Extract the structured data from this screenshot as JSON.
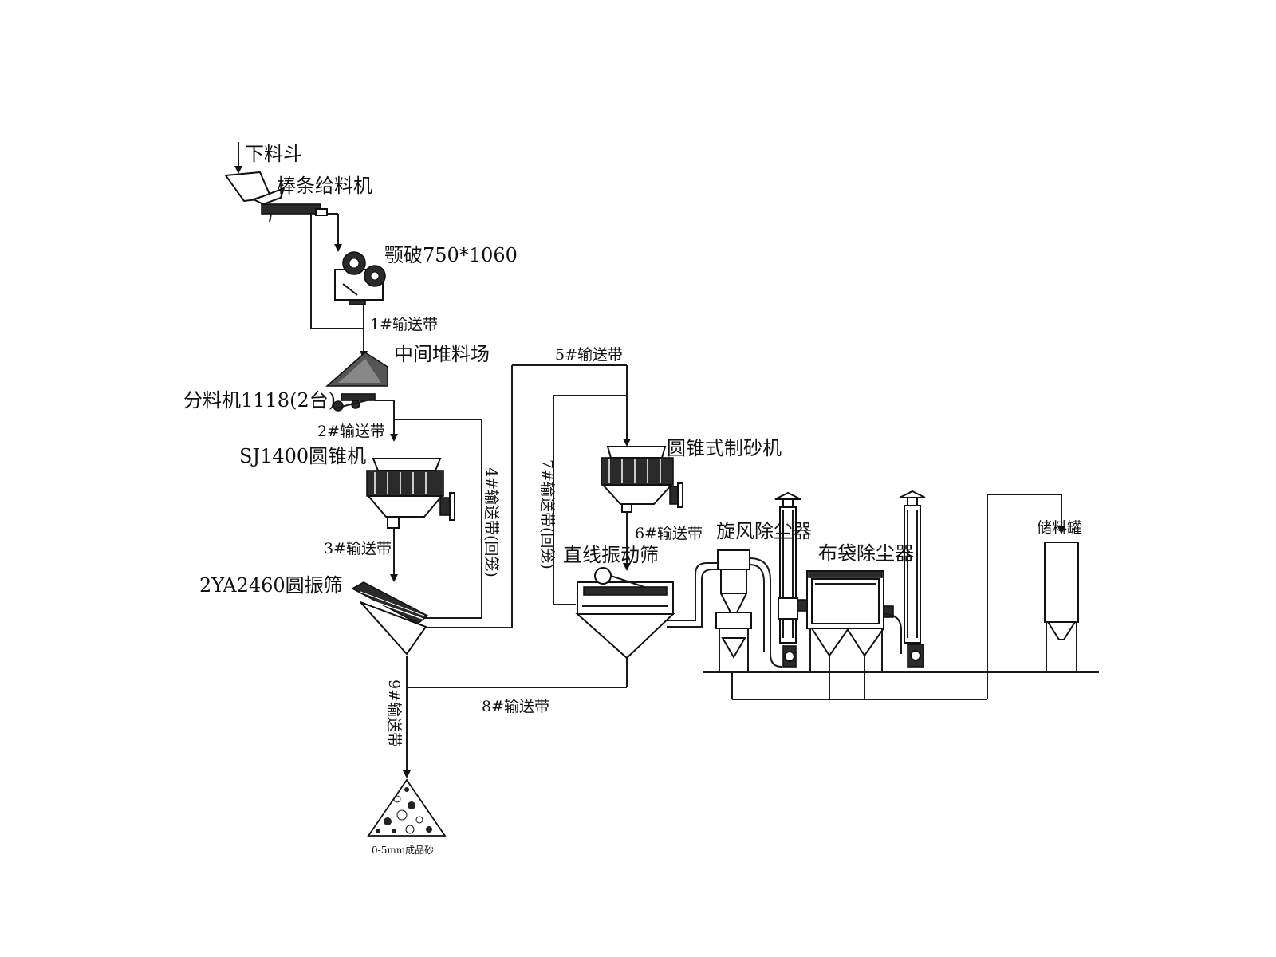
{
  "labels": {
    "hopper": "下料斗",
    "bar_feeder": "棒条给料机",
    "jaw_crusher": "颚破750*1060",
    "belt1": "1#输送带",
    "stockpile": "中间堆料场",
    "splitter": "分料机1118(2台)",
    "belt2": "2#输送带",
    "cone_crusher": "SJ1400圆锥机",
    "belt3": "3#输送带",
    "circular_screen": "2YA2460圆振筛",
    "belt4": "4#输送带(回笼)",
    "belt5": "5#输送带",
    "sand_maker": "圆锥式制砂机",
    "belt6": "6#输送带",
    "belt7": "7#输送带(回笼)",
    "linear_screen": "直线振动筛",
    "cyclone": "旋风除尘器",
    "bag_filter": "布袋除尘器",
    "storage_tank": "储料罐",
    "belt8": "8#输送带",
    "belt9": "9#输送带",
    "product_sand": "0-5mm成品砂"
  },
  "colors": {
    "line": "#1a1a1a",
    "fill_dark": "#2a2a2a",
    "background": "#ffffff"
  }
}
